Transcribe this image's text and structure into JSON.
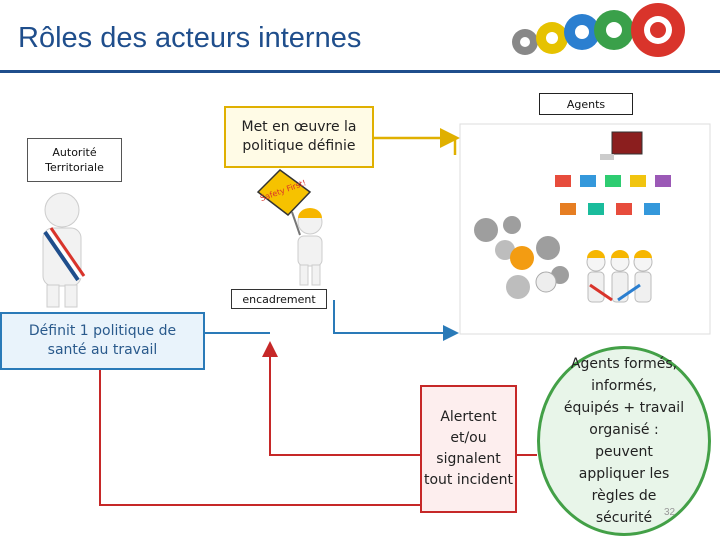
{
  "header": {
    "title": "Rôles des acteurs internes"
  },
  "boxes": {
    "agents": "Agents",
    "autorite_line1": "Autorité",
    "autorite_line2": "Territoriale",
    "mise_line1": "Met en œuvre la",
    "mise_line2": "politique définie",
    "encadrement": "encadrement",
    "definit_line1": "Définit 1 politique de",
    "definit_line2": "santé au travail",
    "alertent_line1": "Alertent",
    "alertent_line2": "et/ou",
    "alertent_line3": "signalent",
    "alertent_line4": "tout incident",
    "circle_line1": "Agents formés,",
    "circle_line2": "informés,",
    "circle_line3": "équipés + travail",
    "circle_line4": "organisé :",
    "circle_line5": "peuvent",
    "circle_line6": "appliquer les",
    "circle_line7": "règles de",
    "circle_line8": "sécurité"
  },
  "sign_text": "Safety First!",
  "page_number": "32",
  "colors": {
    "title": "#1f4e8c",
    "yellow_arrow": "#e0b000",
    "blue_arrow": "#2a7ab8",
    "red_arrow": "#c62828",
    "green_circle": "#43a047"
  }
}
